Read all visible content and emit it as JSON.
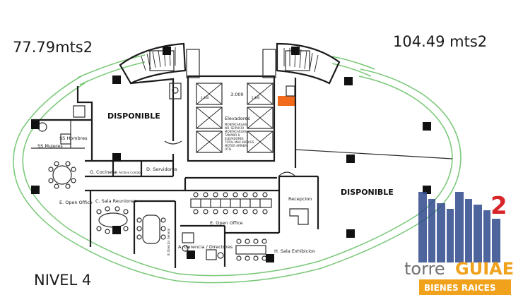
{
  "left_area": "77.79mts2",
  "right_area": "104.49 mts2",
  "level_label": "NIVEL 4",
  "zones": {
    "left": "DISPONIBLE",
    "right": "DISPONIBLE"
  },
  "core": {
    "elevators_label": "Elevadores",
    "dimension": "3.000",
    "dim_small_left": "2.400",
    "dim_small_right": "2.400",
    "notes": [
      "MONTACARGAS",
      "NO. SERVICIO",
      "MONTACARGAS",
      "TAMAÑO 8",
      "ELEVADORES",
      "TOTAL MAX 800 KGS",
      "MOTOR ARRIBA",
      "OTIS"
    ]
  },
  "rooms": {
    "ss_mujeres": "SS Mujeres",
    "ss_hombres": "SS Hombres",
    "cocineta": "G. Cocineta",
    "archivo": "F. Archivo Contab.",
    "servidores": "D. Servidores",
    "open_office_left": "E. Open Office",
    "sala_reuniones": "C. Sala Reuniones",
    "open_office_center": "E. Open Office",
    "gerencia": "A. Gerencia / Directores",
    "director": "B. Director General",
    "sala_exhibicion": "H. Sala Exhibicion",
    "recepcion": "Recepcion"
  },
  "logo": {
    "m2_superscript": "2",
    "text_left": "torre",
    "text_right": "GUIAE",
    "tagline": "BIENES RAICES"
  },
  "colors": {
    "glass": "#7cc97a",
    "accent_orange": "#f26a1b",
    "logo_gold": "#f0a21c",
    "logo_blue": "#2f4a8c",
    "logo_red": "#d7262a",
    "tagline_bg": "#f0a21c"
  }
}
